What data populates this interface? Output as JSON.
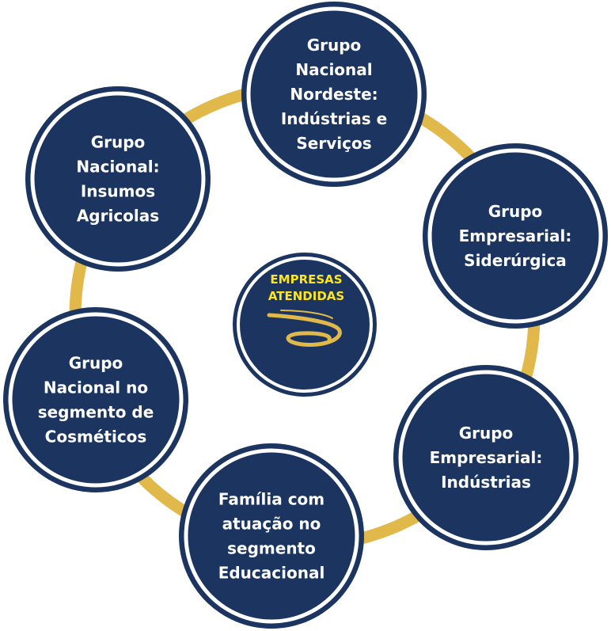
{
  "colors": {
    "node_fill": "#1b3560",
    "node_ring": "#1b3560",
    "node_inner_border": "#ffffff",
    "connector": "#e1b94b",
    "center_text": "#ffe51a",
    "node_text": "#ffffff"
  },
  "center": {
    "lines": [
      "EMPRESAS",
      "ATENDIDAS"
    ],
    "icon": "gold-swirl-logo"
  },
  "nodes": [
    {
      "lines": [
        "Grupo",
        "Nacional",
        "Nordeste:",
        "Indústrias e",
        "Serviços"
      ]
    },
    {
      "lines": [
        "Grupo",
        "Empresarial:",
        "Siderúrgica"
      ]
    },
    {
      "lines": [
        "Grupo",
        "Empresarial:",
        "Indústrias"
      ]
    },
    {
      "lines": [
        "Família com",
        "atuação no",
        "segmento",
        "Educacional"
      ]
    },
    {
      "lines": [
        "Grupo",
        "Nacional no",
        "segmento de",
        "Cosméticos"
      ]
    },
    {
      "lines": [
        "Grupo",
        "Nacional:",
        "Insumos",
        "Agricolas"
      ]
    }
  ]
}
